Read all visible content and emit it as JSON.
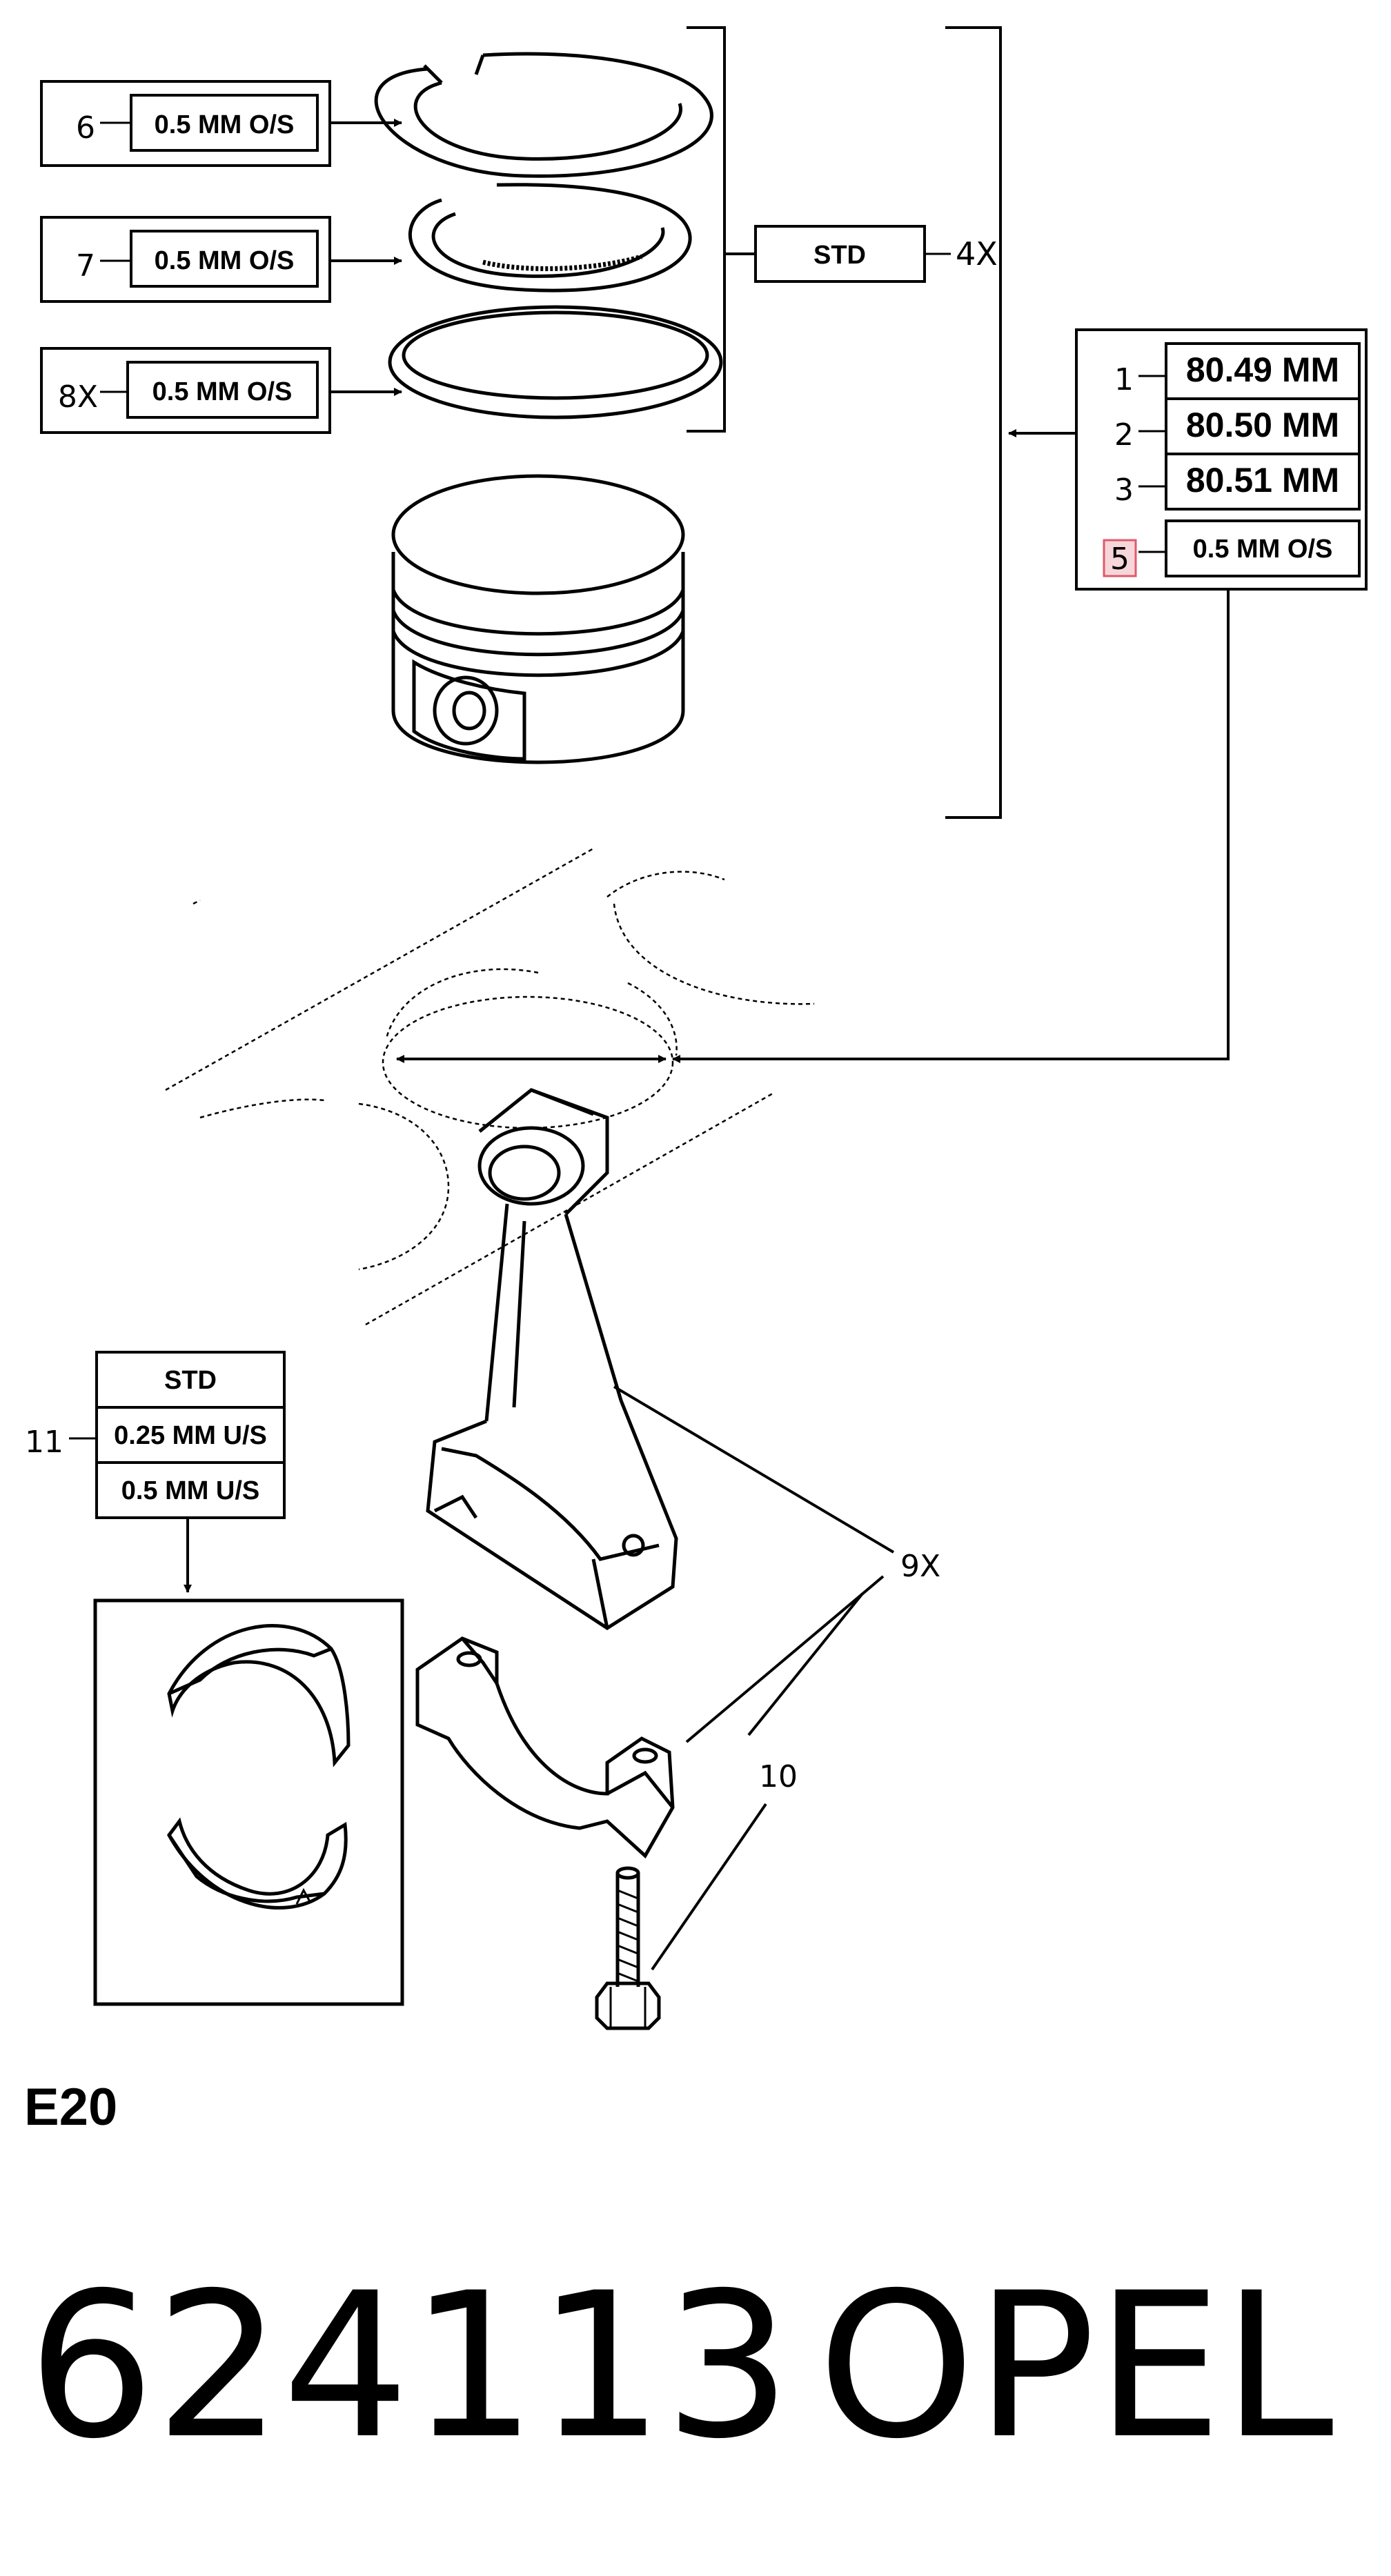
{
  "rings": {
    "top": {
      "callout": "6",
      "spec": "0.5 MM O/S"
    },
    "middle": {
      "callout": "7",
      "spec": "0.5 MM O/S"
    },
    "oil": {
      "callout": "8X",
      "spec": "0.5 MM O/S"
    }
  },
  "ring_set": {
    "spec": "STD",
    "qty": "4X"
  },
  "bore_sizes": {
    "items": [
      {
        "callout": "1",
        "value": "80.49 MM"
      },
      {
        "callout": "2",
        "value": "80.50 MM"
      },
      {
        "callout": "3",
        "value": "80.51 MM"
      },
      {
        "callout": "5",
        "value": "0.5 MM O/S"
      }
    ]
  },
  "bearing": {
    "callout": "11",
    "sizes": [
      "STD",
      "0.25 MM U/S",
      "0.5 MM U/S"
    ]
  },
  "conrod": {
    "qty": "9X"
  },
  "bolt": {
    "callout": "10"
  },
  "engine_code": "E20",
  "footer": {
    "part_number": "624113",
    "brand": "OPEL"
  },
  "colors": {
    "line": "#000000",
    "highlight_fill": "#f7d6d9",
    "highlight_stroke": "#e05a6a"
  }
}
